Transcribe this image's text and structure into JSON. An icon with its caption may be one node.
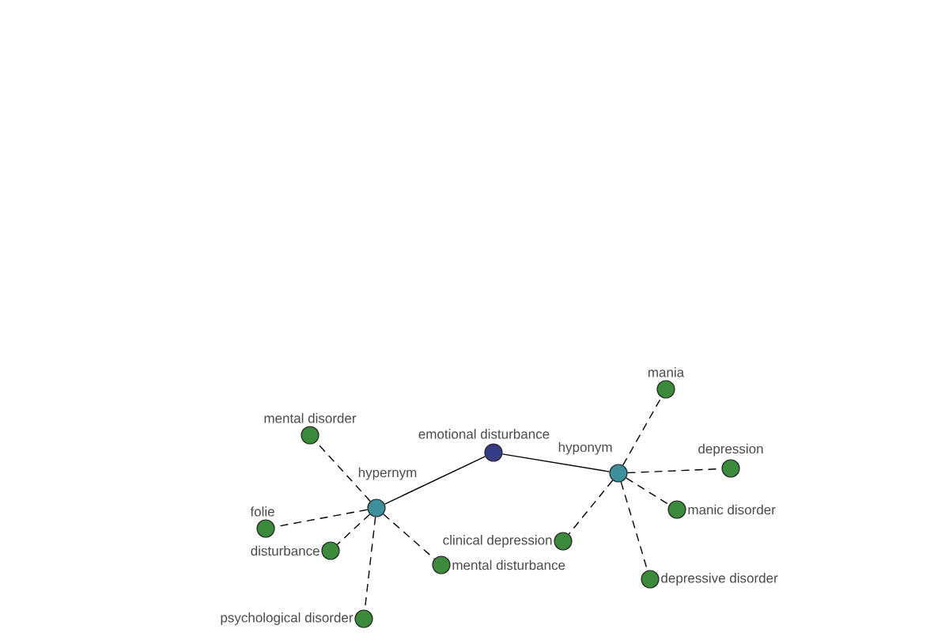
{
  "diagram": {
    "nodes": [
      {
        "text": [
          "emotional disturbance"
        ]
      },
      {
        "text": [
          "hypernym"
        ]
      },
      {
        "text": [
          "hyponym"
        ]
      },
      {
        "text": [
          "mental disorder"
        ]
      },
      {
        "text": [
          "folie"
        ]
      },
      {
        "text": [
          "disturbance"
        ]
      },
      {
        "text": [
          "mental disturbance"
        ]
      },
      {
        "text": [
          "psychological disorder"
        ]
      },
      {
        "text": [
          "mania"
        ]
      },
      {
        "text": [
          "depression"
        ]
      },
      {
        "text": [
          "manic disorder"
        ]
      },
      {
        "text": [
          "clinical depression"
        ]
      },
      {
        "text": [
          "depressive disorder"
        ]
      }
    ],
    "edges": [
      {
        "from": 0,
        "to": 1,
        "arrow": "none"
      },
      {
        "from": 0,
        "to": 2,
        "arrow": "none"
      },
      {
        "from": 1,
        "to": 3,
        "arrow": "none",
        "style": "dashed"
      },
      {
        "from": 1,
        "to": 4,
        "arrow": "none",
        "style": "dashed"
      },
      {
        "from": 1,
        "to": 5,
        "arrow": "none",
        "style": "dashed"
      },
      {
        "from": 1,
        "to": 6,
        "arrow": "none",
        "style": "dashed"
      },
      {
        "from": 1,
        "to": 7,
        "arrow": "none",
        "style": "dashed"
      },
      {
        "from": 2,
        "to": 8,
        "arrow": "none",
        "style": "dashed"
      },
      {
        "from": 2,
        "to": 9,
        "arrow": "none",
        "style": "dashed"
      },
      {
        "from": 2,
        "to": 10,
        "arrow": "none",
        "style": "dashed"
      },
      {
        "from": 2,
        "to": 11,
        "arrow": "none",
        "style": "dashed"
      },
      {
        "from": 2,
        "to": 12,
        "arrow": "none",
        "style": "dashed"
      }
    ]
  }
}
